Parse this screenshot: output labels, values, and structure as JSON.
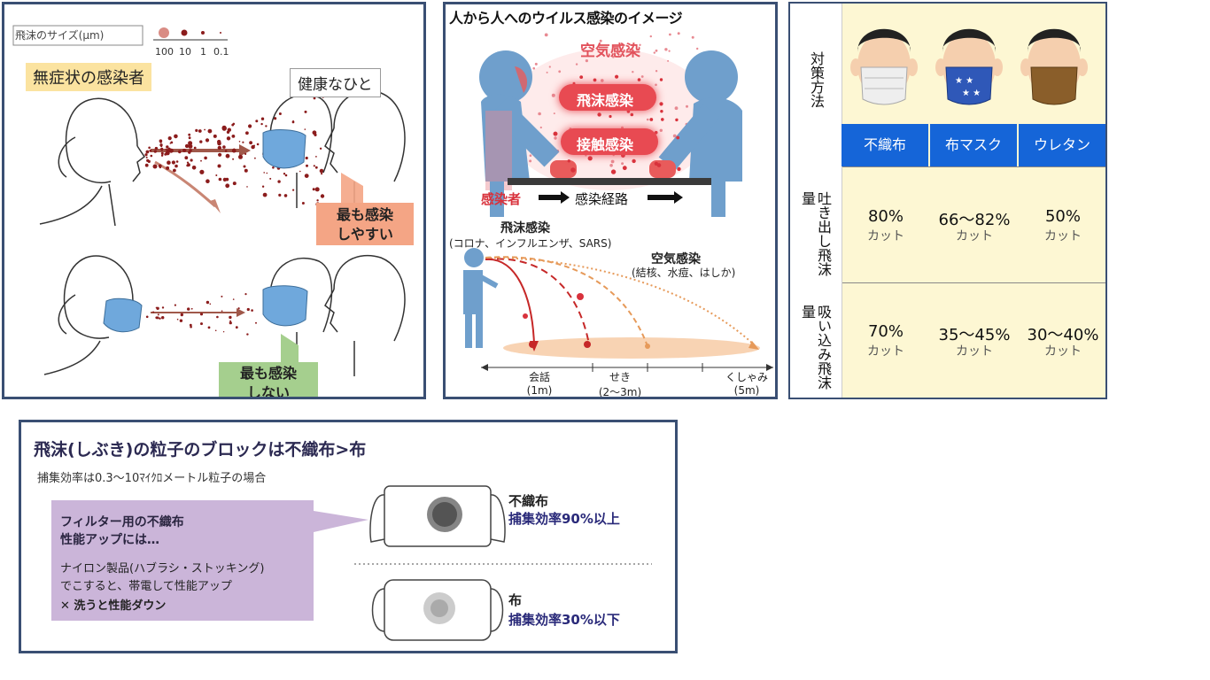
{
  "panel1": {
    "legend_label": "飛沫のサイズ(μm)",
    "legend_ticks": [
      "100",
      "10",
      "1",
      "0.1"
    ],
    "infected_label": "無症状の感染者",
    "healthy_label": "健康なひと",
    "most_infect_line1": "最も感染",
    "most_infect_line2": "しやすい",
    "least_infect_line1": "最も感染",
    "least_infect_line2": "しない",
    "colors": {
      "droplet": "#8b1c1c",
      "arrow": "#a0584a",
      "mask": "#6fa8dc"
    }
  },
  "panel2": {
    "title": "人から人へのウイルス感染のイメージ",
    "airborne": "空気感染",
    "droplet": "飛沫感染",
    "contact": "接触感染",
    "infected": "感染者",
    "route": "感染経路",
    "droplet_title": "飛沫感染",
    "droplet_examples": "(コロナ、インフルエンザ、SARS)",
    "air_title": "空気感染",
    "air_examples": "(結核、水痘、はしか)",
    "distances": [
      {
        "label": "会話",
        "value": "(1m)"
      },
      {
        "label": "せき",
        "value": "(2〜3m)"
      },
      {
        "label": "くしゃみ",
        "value": "(5m)"
      }
    ],
    "colors": {
      "person": "#6f9fcc",
      "red": "#d8323c"
    }
  },
  "panel3": {
    "row_header_method": [
      "対",
      "策",
      "方",
      "法"
    ],
    "row_header_exhale": "吐き出し飛沫量",
    "row_header_inhale": "吸い込み飛沫量",
    "columns": [
      "不織布",
      "布マスク",
      "ウレタン"
    ],
    "exhale": [
      "80%",
      "66〜82%",
      "50%"
    ],
    "inhale": [
      "70%",
      "35〜45%",
      "30〜40%"
    ],
    "cut": "カット",
    "colors": {
      "header": "#1565d8",
      "cell": "#fdf7d3"
    }
  },
  "panel4": {
    "title": "飛沫(しぶき)の粒子のブロックは不織布>布",
    "subtitle": "捕集効率は0.3〜10ﾏｲｸﾛメートル粒子の場合",
    "box_line1": "フィルター用の不織布",
    "box_line2": "性能アップには…",
    "box_line3": "ナイロン製品(ハブラシ・ストッキング)",
    "box_line4": "でこすると、帯電して性能アップ",
    "box_line5": "✕ 洗うと性能ダウン",
    "mask1_type": "不織布",
    "mask1_eff": "捕集効率90%以上",
    "mask2_type": "布",
    "mask2_eff": "捕集効率30%以下",
    "colors": {
      "purple": "#cbb5d9",
      "title": "#2c2a52"
    }
  }
}
